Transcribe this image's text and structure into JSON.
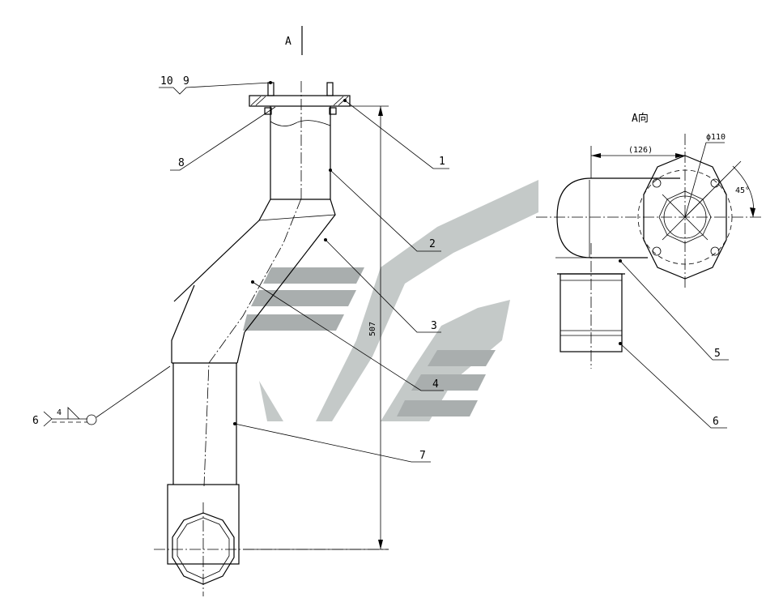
{
  "view_label_a": "A",
  "view_title": "A向",
  "dimensions": {
    "total_height": "507",
    "offset": "(126)",
    "diameter": "ϕ110",
    "angle": "45°"
  },
  "callouts": [
    "1",
    "2",
    "3",
    "4",
    "5",
    "6",
    "7",
    "8",
    "9",
    "10"
  ],
  "weld_symbol": {
    "leader_number": "6",
    "size": "4"
  }
}
